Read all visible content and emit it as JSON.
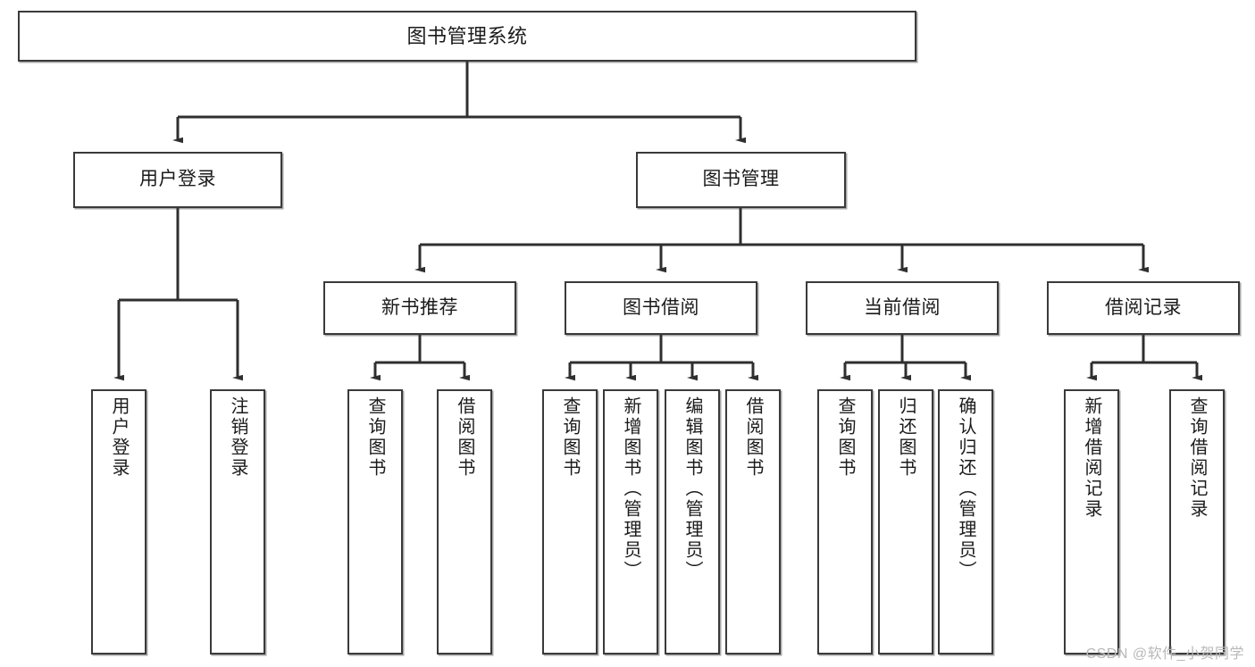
{
  "diagram": {
    "type": "tree-hierarchy-chart",
    "title": "图书管理系统",
    "watermark": "CSDN @软件_小贺同学",
    "colors": {
      "box_border": "#3a3a3a",
      "box_fill": "#ffffff",
      "connector": "#2f2f2f",
      "text": "#1b1b1b",
      "watermark": "#b9b9b9"
    },
    "nodes": {
      "root": {
        "label": "图书管理系统"
      },
      "level2": [
        {
          "label": "用户登录"
        },
        {
          "label": "图书管理"
        }
      ],
      "level3": [
        {
          "label": "新书推荐"
        },
        {
          "label": "图书借阅"
        },
        {
          "label": "当前借阅"
        },
        {
          "label": "借阅记录"
        }
      ],
      "leaves_user_login": [
        {
          "label": "用户登录"
        },
        {
          "label": "注销登录"
        }
      ],
      "leaves_new_book": [
        {
          "label": "查询图书"
        },
        {
          "label": "借阅图书"
        }
      ],
      "leaves_borrow_book": [
        {
          "label": "查询图书"
        },
        {
          "label": "新增图书（管理员）"
        },
        {
          "label": "编辑图书（管理员）"
        },
        {
          "label": "借阅图书"
        }
      ],
      "leaves_current_borrow": [
        {
          "label": "查询图书"
        },
        {
          "label": "归还图书"
        },
        {
          "label": "确认归还（管理员）"
        }
      ],
      "leaves_borrow_record": [
        {
          "label": "新增借阅记录"
        },
        {
          "label": "查询借阅记录"
        }
      ]
    }
  }
}
